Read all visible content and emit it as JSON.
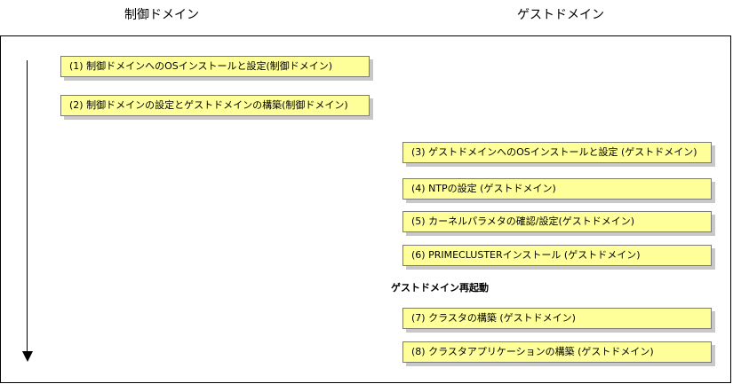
{
  "headers": {
    "control_domain": "制御ドメイン",
    "guest_domain": "ゲストドメイン"
  },
  "steps": [
    {
      "label": "(1) 制御ドメインへのOSインストールと設定(制御ドメイン)",
      "column": "control"
    },
    {
      "label": "(2) 制御ドメインの設定とゲストドメインの構築(制御ドメイン)",
      "column": "control"
    },
    {
      "label": "(3) ゲストドメインへのOSインストールと設定 (ゲストドメイン)",
      "column": "guest"
    },
    {
      "label": "(4) NTPの設定 (ゲストドメイン)",
      "column": "guest"
    },
    {
      "label": "(5) カーネルパラメタの確認/設定(ゲストドメイン)",
      "column": "guest"
    },
    {
      "label": "(6) PRIMECLUSTERインストール (ゲストドメイン)",
      "column": "guest"
    },
    {
      "label": "(7) クラスタの構築 (ゲストドメイン)",
      "column": "guest"
    },
    {
      "label": "(8) クラスタアプリケーションの構築 (ゲストドメイン)",
      "column": "guest"
    }
  ],
  "reboot_label": "ゲストドメイン再起動",
  "colors": {
    "step_fill": "#ffff99",
    "step_border": "#7a7a7a",
    "step_shadow": "#c8c8c8"
  }
}
